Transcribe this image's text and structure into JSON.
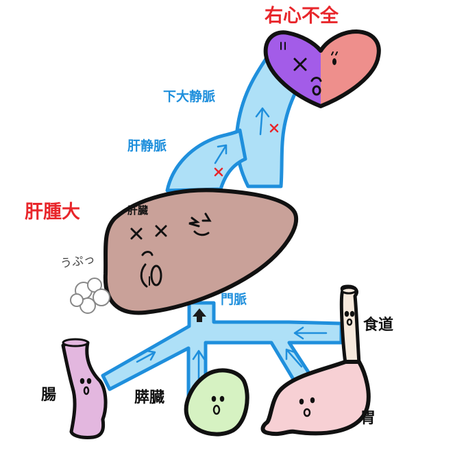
{
  "labels": {
    "heart_failure": "右心不全",
    "ivc": "下大静脈",
    "hepatic_vein": "肝静脈",
    "hepatomegaly": "肝腫大",
    "liver": "肝臓",
    "sfx": "うぷっ",
    "portal_vein": "門脈",
    "esophagus": "食道",
    "intestine": "腸",
    "pancreas": "膵臓",
    "stomach": "胃"
  },
  "colors": {
    "accent_red": "#e8262b",
    "vein_blue": "#1f8fdc",
    "vessel_fill": "#aee0f7",
    "liver_fill": "#c9a199",
    "heart_left": "#a35ce8",
    "heart_right": "#ee8f8c",
    "intestine_fill": "#e3b7df",
    "pancreas_fill": "#d6f2c2",
    "stomach_fill": "#f7d0d4",
    "esophagus_fill": "#f7e9dc"
  }
}
